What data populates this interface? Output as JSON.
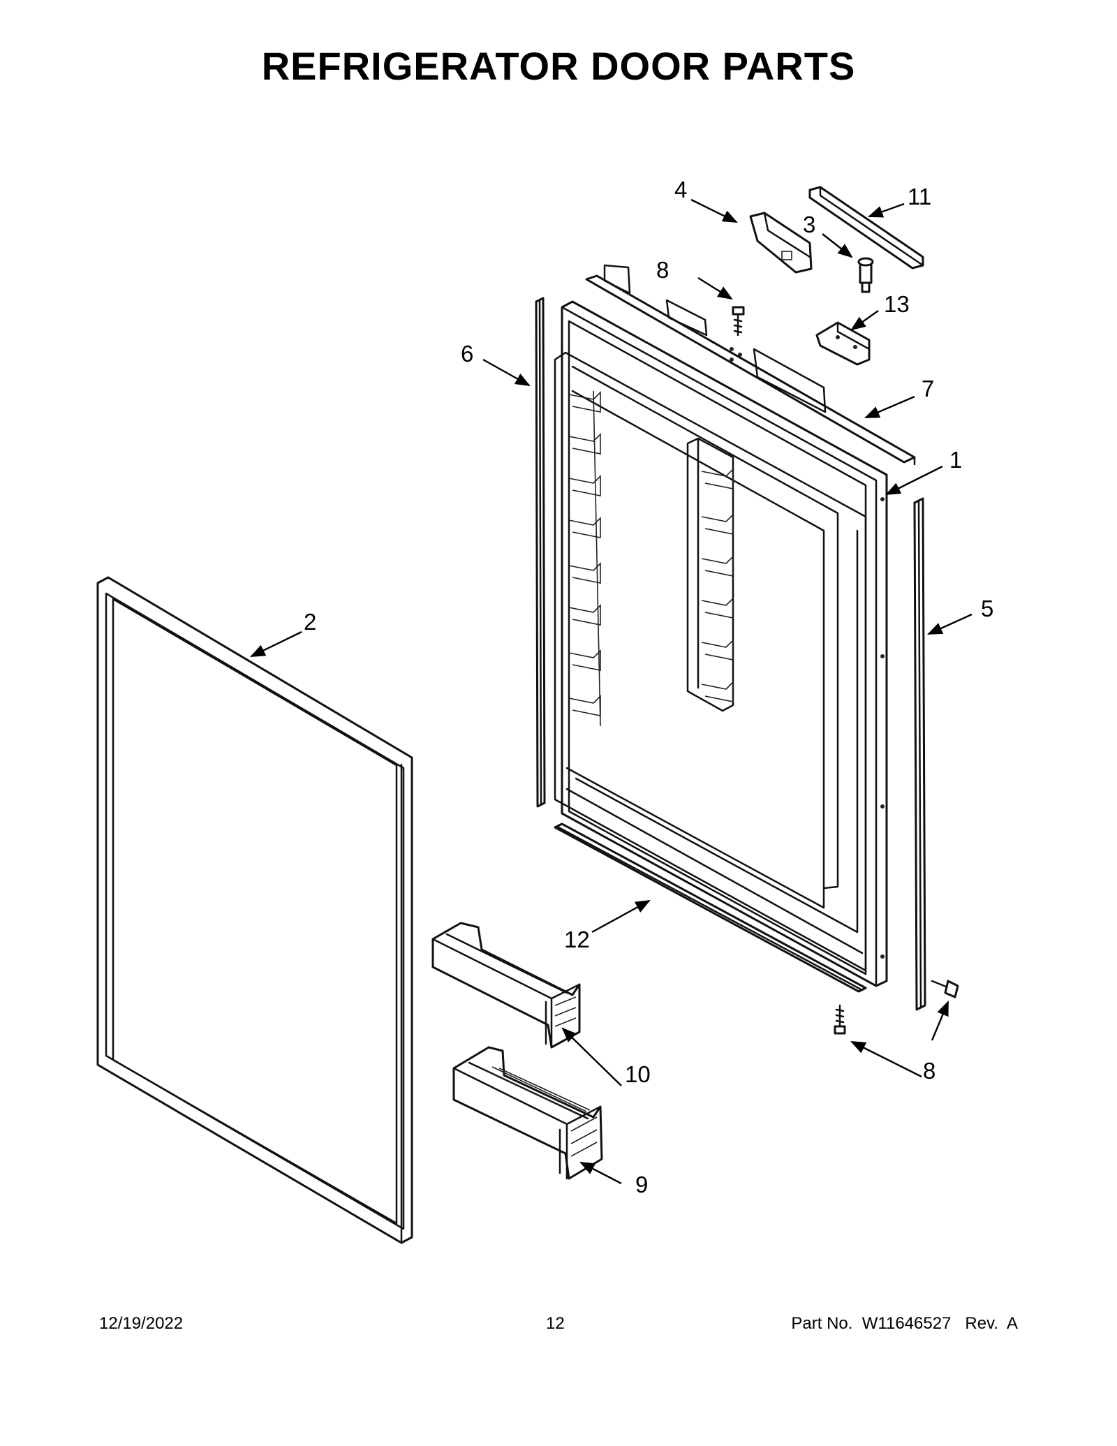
{
  "title": "REFRIGERATOR DOOR PARTS",
  "callouts": [
    {
      "id": "1",
      "label": "1"
    },
    {
      "id": "2",
      "label": "2"
    },
    {
      "id": "3",
      "label": "3"
    },
    {
      "id": "4",
      "label": "4"
    },
    {
      "id": "5",
      "label": "5"
    },
    {
      "id": "6",
      "label": "6"
    },
    {
      "id": "7",
      "label": "7"
    },
    {
      "id": "8a",
      "label": "8"
    },
    {
      "id": "8b",
      "label": "8"
    },
    {
      "id": "9",
      "label": "9"
    },
    {
      "id": "10",
      "label": "10"
    },
    {
      "id": "11",
      "label": "11"
    },
    {
      "id": "12",
      "label": "12"
    },
    {
      "id": "13",
      "label": "13"
    }
  ],
  "footer": {
    "date": "12/19/2022",
    "page": "12",
    "part": "Part No.  W11646527   Rev.  A"
  }
}
